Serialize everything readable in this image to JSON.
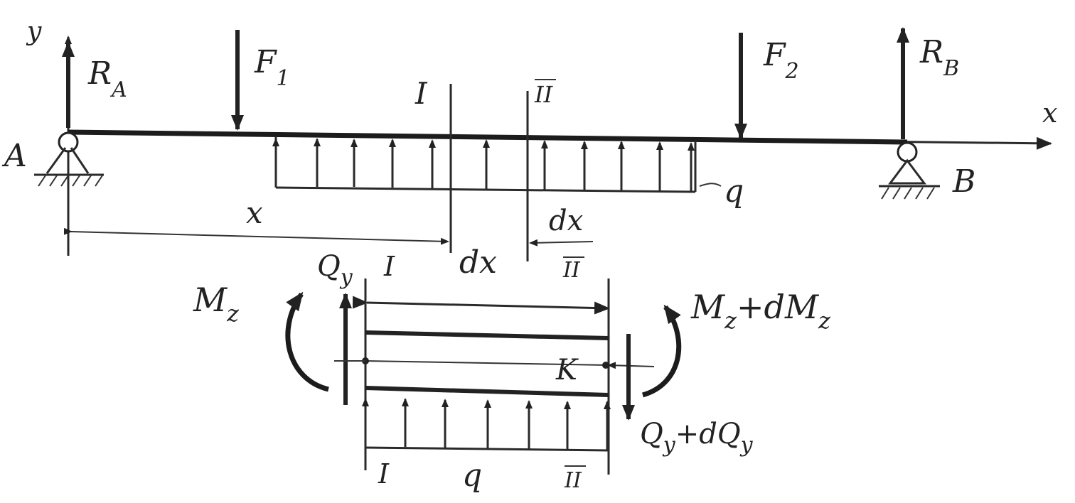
{
  "labels": {
    "axis_y": "y",
    "axis_x": "x",
    "support_a": "A",
    "support_b": "B",
    "reaction_a": "R",
    "reaction_a_sub": "A",
    "reaction_b": "R",
    "reaction_b_sub": "B",
    "force_1": "F",
    "force_1_sub": "1",
    "force_2": "F",
    "force_2_sub": "2",
    "section_1": "I",
    "section_2": "II",
    "load": "q",
    "position": "x",
    "segment": "dx"
  },
  "element": {
    "moment_left": "M",
    "moment_left_sub": "z",
    "shear_left": "Q",
    "shear_left_sub": "y",
    "moment_right": "M",
    "moment_right_sub": "z",
    "moment_right_tail": "+dM",
    "moment_right_tail_sub": "z",
    "shear_right": "Q",
    "shear_right_sub": "y",
    "shear_right_tail": "+dQ",
    "shear_right_tail_sub": "y",
    "point_k": "K",
    "segment": "dx",
    "section_1": "I",
    "section_2": "II",
    "load": "q"
  },
  "colors": {
    "ink": "#222222",
    "paper": "#ffffff"
  }
}
